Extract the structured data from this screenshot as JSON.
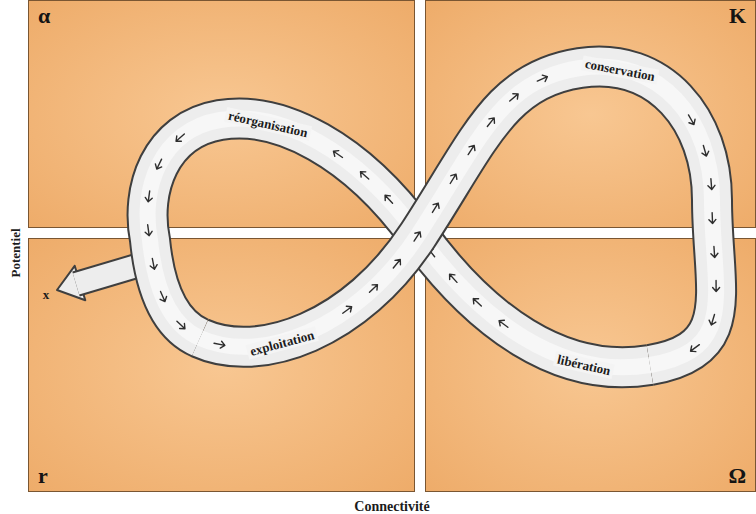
{
  "diagram": {
    "nodes": [
      {
        "text": [
          "α"
        ]
      },
      {
        "text": [
          "K"
        ]
      },
      {
        "text": [
          "r"
        ]
      },
      {
        "text": [
          "Ω"
        ]
      }
    ],
    "labels": [
      "réorganisation",
      "conservation",
      "exploitation",
      "libération",
      "x",
      "Potentiel",
      "Connectivité"
    ]
  }
}
